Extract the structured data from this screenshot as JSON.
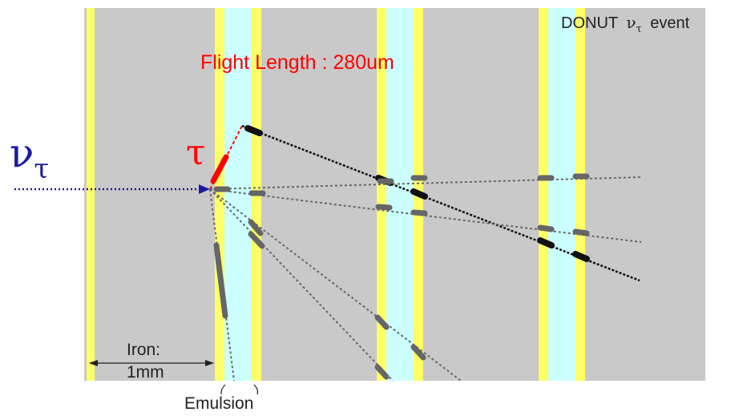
{
  "header": {
    "event_title": "DONUT",
    "event_nu": "ν",
    "event_sub": "τ",
    "event_suffix": "event"
  },
  "annotations": {
    "flight_length": "Flight Length : 280um",
    "tau_symbol": "τ",
    "neutrino_symbol": "ν",
    "neutrino_sub": "τ",
    "iron_label_line1": "Iron:",
    "iron_label_line2": "1mm",
    "emulsion_label": "Emulsion"
  },
  "colors": {
    "iron": "#c9c9c9",
    "emulsion_core": "#ccffff",
    "emulsion_edge": "#ffff66",
    "track_gray": "#666666",
    "track_black": "#111111",
    "tau_red": "#ff0000",
    "neutrino_blue": "#1a1aa0",
    "text": "#222222"
  }
}
